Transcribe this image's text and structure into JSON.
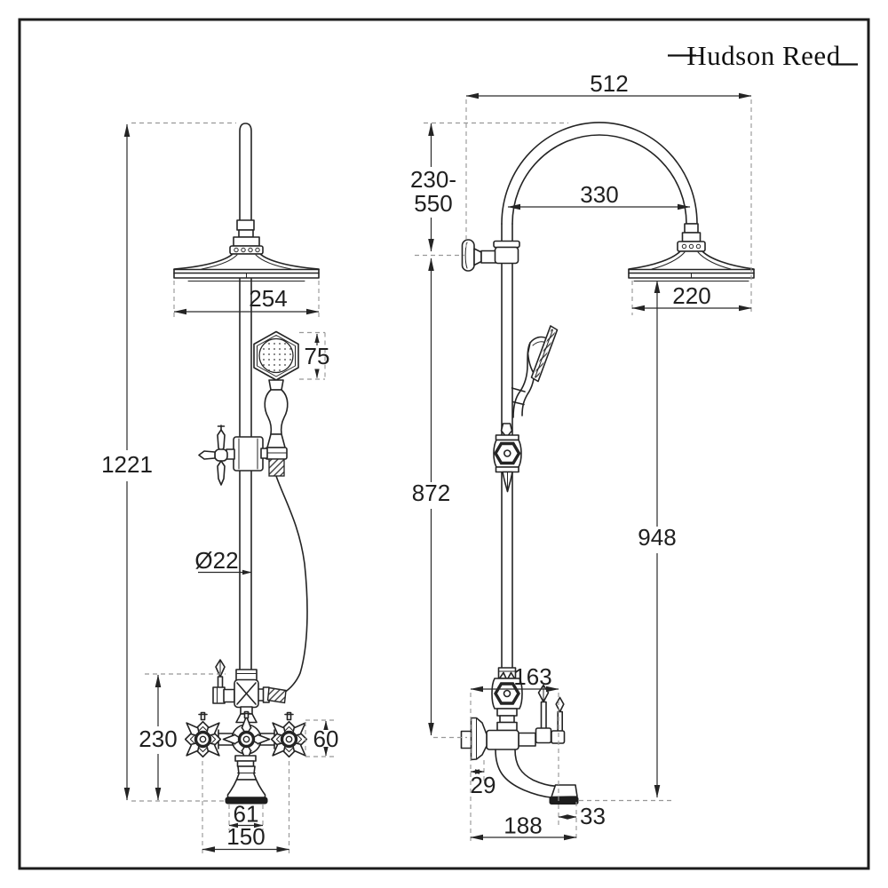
{
  "brand": {
    "logo_text": "Hudson Reed"
  },
  "front_view": {
    "dims": {
      "total_height": "1221",
      "head_width": "254",
      "handset_head": "75",
      "riser_diameter": "Ø22",
      "valve_height": "230",
      "handle_height": "60",
      "spout_base_width": "61",
      "valve_centers": "150"
    }
  },
  "side_view": {
    "dims": {
      "arm_width": "512",
      "arm_span": "330",
      "riser_adjust_top": "230-",
      "riser_adjust_bottom": "550",
      "head_diameter": "220",
      "holder_height": "872",
      "head_height": "948",
      "valve_depth_top": "163",
      "wall_offset": "29",
      "spout_outlet": "33",
      "spout_reach": "188"
    }
  }
}
